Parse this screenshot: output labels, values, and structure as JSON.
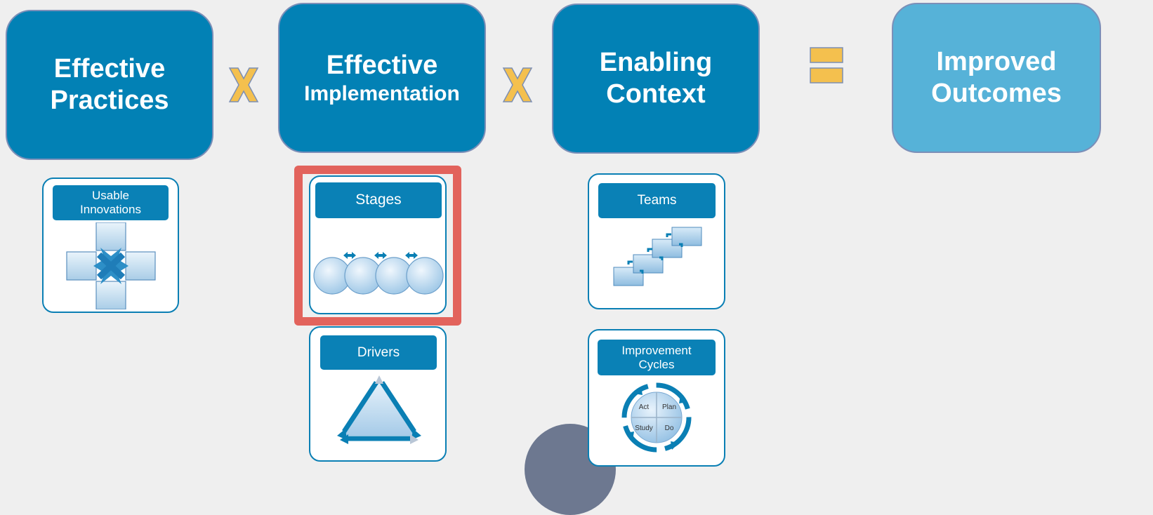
{
  "headers": [
    {
      "line1": "Effective",
      "line2": "Practices"
    },
    {
      "line1": "Effective",
      "line2": "Implementation"
    },
    {
      "line1": "Enabling",
      "line2": "Context"
    },
    {
      "line1": "Improved",
      "line2": "Outcomes"
    }
  ],
  "operators": [
    "multiply",
    "multiply",
    "equals"
  ],
  "cards": {
    "usable_innovations": {
      "title": "Usable Innovations"
    },
    "stages": {
      "title": "Stages",
      "highlighted": true
    },
    "drivers": {
      "title": "Drivers"
    },
    "teams": {
      "title": "Teams"
    },
    "improvement_cycles": {
      "title": "Improvement Cycles",
      "quadrants": [
        "Act",
        "Plan",
        "Study",
        "Do"
      ]
    }
  },
  "colors": {
    "header_dark": "#0281b5",
    "header_light": "#56b2d8",
    "operator": "#f4c04e",
    "highlight": "#e2635c",
    "background": "#efefef"
  }
}
